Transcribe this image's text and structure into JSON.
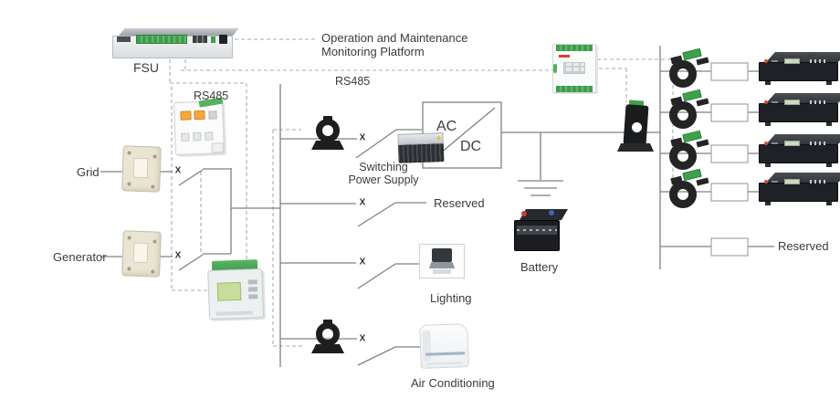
{
  "labels": {
    "fsu": "FSU",
    "platform_line1": "Operation and Maintenance",
    "platform_line2": "Monitoring Platform",
    "rs485_fsu": "RS485",
    "rs485_bus": "RS485",
    "grid": "Grid",
    "generator": "Generator",
    "switching_line1": "Switching",
    "switching_line2": "Power Supply",
    "ac": "AC",
    "dc": "DC",
    "reserved_branch": "Reserved",
    "lighting": "Lighting",
    "air_conditioning": "Air Conditioning",
    "battery": "Battery",
    "reserved_output": "Reserved",
    "breaker_mark": "X"
  },
  "icons": {
    "fsu_device": "rack-monitoring-unit",
    "meter_orange": "din-rail-energy-meter",
    "meter_green": "din-rail-meter-lcd",
    "meter_rs485": "din-rail-rs485-meter",
    "grid_ct": "split-core-current-transformer",
    "generator_ct": "split-core-current-transformer",
    "branch_ct": "ring-current-transformer",
    "dc_ct": "ring-current-transformer-green",
    "psu": "switching-power-supply-unit",
    "lighting_fixture": "lighting-fixture",
    "air_conditioner": "air-conditioner-unit",
    "battery_block": "lead-acid-battery",
    "hall_sensor": "hall-current-sensor",
    "rectifier": "rack-rectifier-module"
  },
  "colors": {
    "accent_green": "#3f9e4d",
    "button_orange": "#f5a83b",
    "wire_solid": "#808080",
    "wire_dashed": "#ababab",
    "text": "#3c3c3c"
  }
}
